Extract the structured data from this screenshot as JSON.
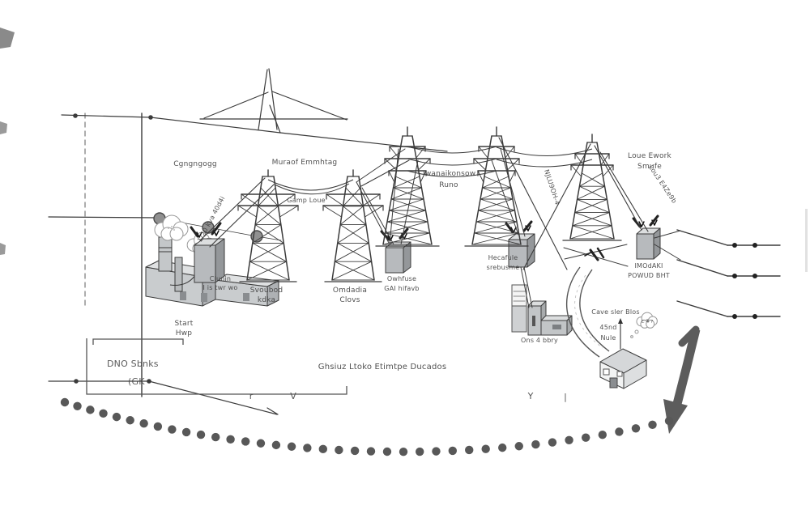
{
  "labels": {
    "generation": "Cgngngogg",
    "power_towers": "Muraof Emmhtag",
    "sag_line": "Gamp Loue",
    "stepup_l1": "Clunin",
    "stepup_l2": "I is twr wo",
    "plant_l1": "Start",
    "plant_l2": "Hwp",
    "tower2_l1": "Svoubod",
    "tower2_l2": "kdka",
    "tower3_l1": "Omdadia",
    "tower3_l2": "Clovs",
    "transmission_l1": "Twanaikonsow",
    "transmission_l2": "Runo",
    "wire1": "1/20 kva 40d4i",
    "wire2": "NJLU9OH-4",
    "wire3": "Lou3 E4Ze9b",
    "box2_l1": "Owhfuse",
    "box2_l2": "GAI hifavb",
    "stepdown_l1": "Hecafule",
    "stepdown_l2": "srebusme",
    "yard_building": "Ons 4 bbry",
    "box3_l1": "IMOdAKI",
    "box3_l2": "POWUD BHT",
    "right_towers_l1": "Loue Ework",
    "right_towers_l2": "Smufe",
    "distribution_1": "Cave sler Blos",
    "distribution_2a": "45nd",
    "distribution_2b": "Nule",
    "caption": "Ghsiuz Ltoko Etimtpe Ducados",
    "dno_l1": "DNO Sbnks",
    "dno_l2": "(GK",
    "thought": "C 4 ?",
    "mark1": "r",
    "mark2": "V",
    "mark3": "Y",
    "mark4": "|"
  },
  "colors": {
    "ink": "#3b3b3b",
    "arrow": "#5c5c5c",
    "box_front": "#b7babd",
    "box_top": "#dcdedf",
    "box_side": "#94979a",
    "paper": "#ffffff"
  }
}
